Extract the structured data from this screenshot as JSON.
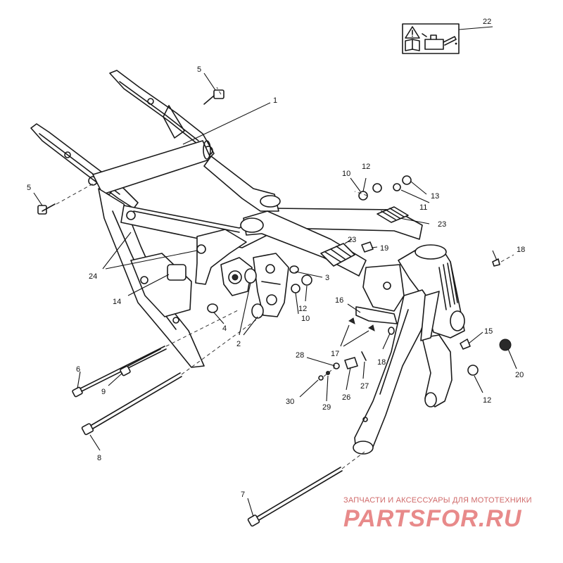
{
  "callouts": [
    {
      "id": "1",
      "text": "1"
    },
    {
      "id": "2",
      "text": "2"
    },
    {
      "id": "3",
      "text": "3"
    },
    {
      "id": "4",
      "text": "4"
    },
    {
      "id": "5a",
      "text": "5"
    },
    {
      "id": "5b",
      "text": "5"
    },
    {
      "id": "6",
      "text": "6"
    },
    {
      "id": "7",
      "text": "7"
    },
    {
      "id": "8",
      "text": "8"
    },
    {
      "id": "9",
      "text": "9"
    },
    {
      "id": "10a",
      "text": "10"
    },
    {
      "id": "10b",
      "text": "10"
    },
    {
      "id": "11",
      "text": "11"
    },
    {
      "id": "12a",
      "text": "12"
    },
    {
      "id": "12b",
      "text": "12"
    },
    {
      "id": "12c",
      "text": "12"
    },
    {
      "id": "13",
      "text": "13"
    },
    {
      "id": "14",
      "text": "14"
    },
    {
      "id": "15",
      "text": "15"
    },
    {
      "id": "16",
      "text": "16"
    },
    {
      "id": "17",
      "text": "17"
    },
    {
      "id": "18a",
      "text": "18"
    },
    {
      "id": "18b",
      "text": "18"
    },
    {
      "id": "19",
      "text": "19"
    },
    {
      "id": "20",
      "text": "20"
    },
    {
      "id": "22",
      "text": "22"
    },
    {
      "id": "23a",
      "text": "23"
    },
    {
      "id": "23b",
      "text": "23"
    },
    {
      "id": "24",
      "text": "24"
    },
    {
      "id": "26",
      "text": "26"
    },
    {
      "id": "27",
      "text": "27"
    },
    {
      "id": "28",
      "text": "28"
    },
    {
      "id": "29",
      "text": "29"
    },
    {
      "id": "30",
      "text": "30"
    }
  ],
  "watermark": {
    "tagline": "ЗАПЧАСТИ И АКСЕССУАРЫ ДЛЯ МОТОТЕХНИКИ",
    "logo": "PARTSFOR.RU"
  },
  "icons": {
    "warning": "warning-triangle-icon",
    "manual": "manual-book-icon",
    "oil": "oil-can-icon"
  }
}
